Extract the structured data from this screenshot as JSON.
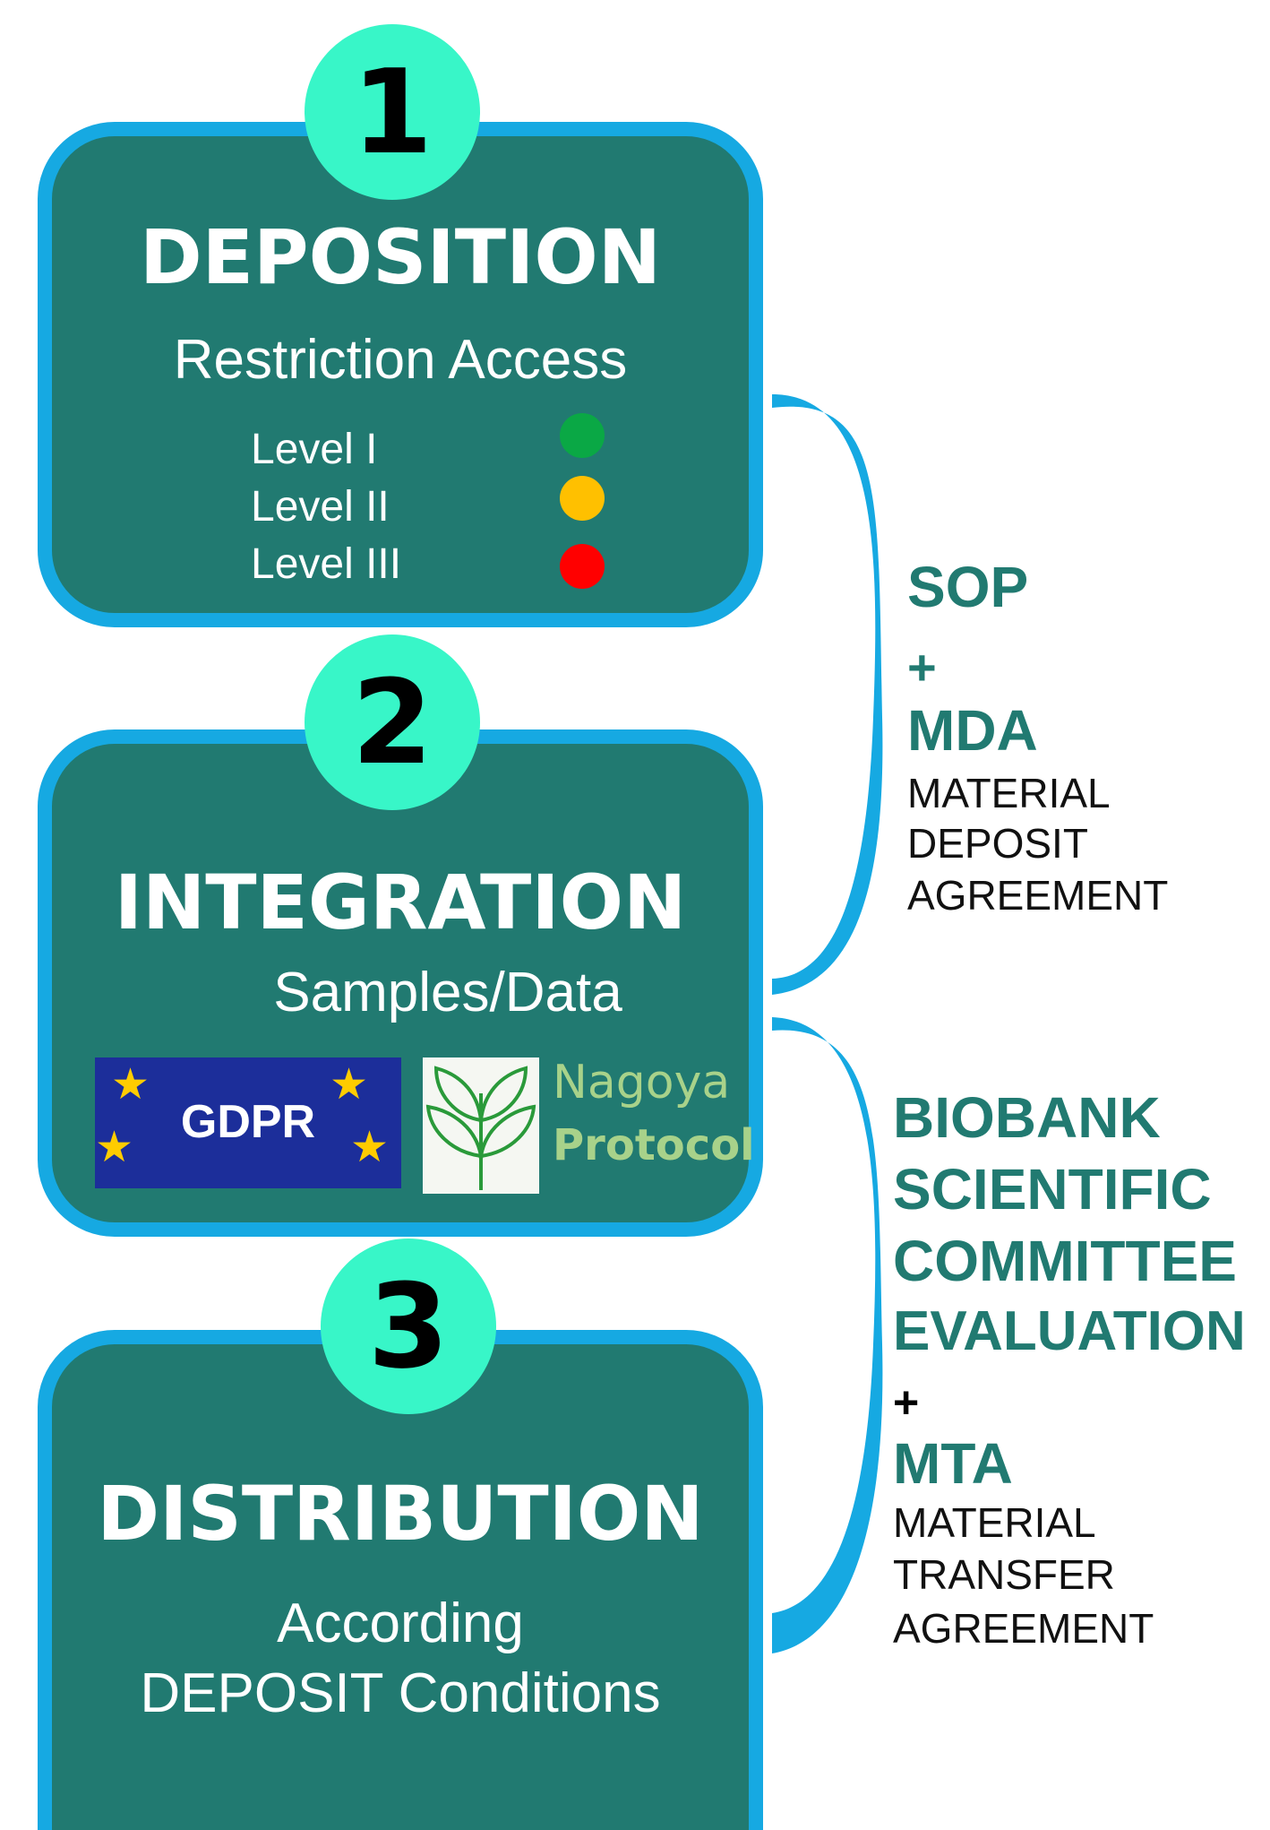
{
  "steps": [
    {
      "number": "1",
      "title": "DEPOSITION",
      "subtitle": "Restriction Access",
      "levels": [
        {
          "label": "Level I",
          "color": "#0aa845"
        },
        {
          "label": "Level II",
          "color": "#ffc000"
        },
        {
          "label": "Level III",
          "color": "#ff0000"
        }
      ]
    },
    {
      "number": "2",
      "title": "INTEGRATION",
      "subtitle": "Samples/Data",
      "logos": {
        "gdpr": "GDPR",
        "nagoya_line1": "Nagoya",
        "nagoya_line2": "Protocol"
      }
    },
    {
      "number": "3",
      "title": "DISTRIBUTION",
      "subtitle_line1": "According",
      "subtitle_line2": "DEPOSIT Conditions"
    }
  ],
  "connector_1": {
    "title": "SOP",
    "plus": "+",
    "acronym": "MDA",
    "lines": [
      "MATERIAL",
      "DEPOSIT",
      "AGREEMENT"
    ]
  },
  "connector_2": {
    "title_lines": [
      "BIOBANK",
      "SCIENTIFIC",
      "COMMITTEE",
      "EVALUATION"
    ],
    "plus": "+",
    "acronym": "MTA",
    "lines": [
      "MATERIAL",
      "TRANSFER",
      "AGREEMENT"
    ]
  },
  "colors": {
    "box_fill": "#217a71",
    "box_border": "#16a9e2",
    "badge": "#38f6c8",
    "accent_text": "#217a71"
  }
}
